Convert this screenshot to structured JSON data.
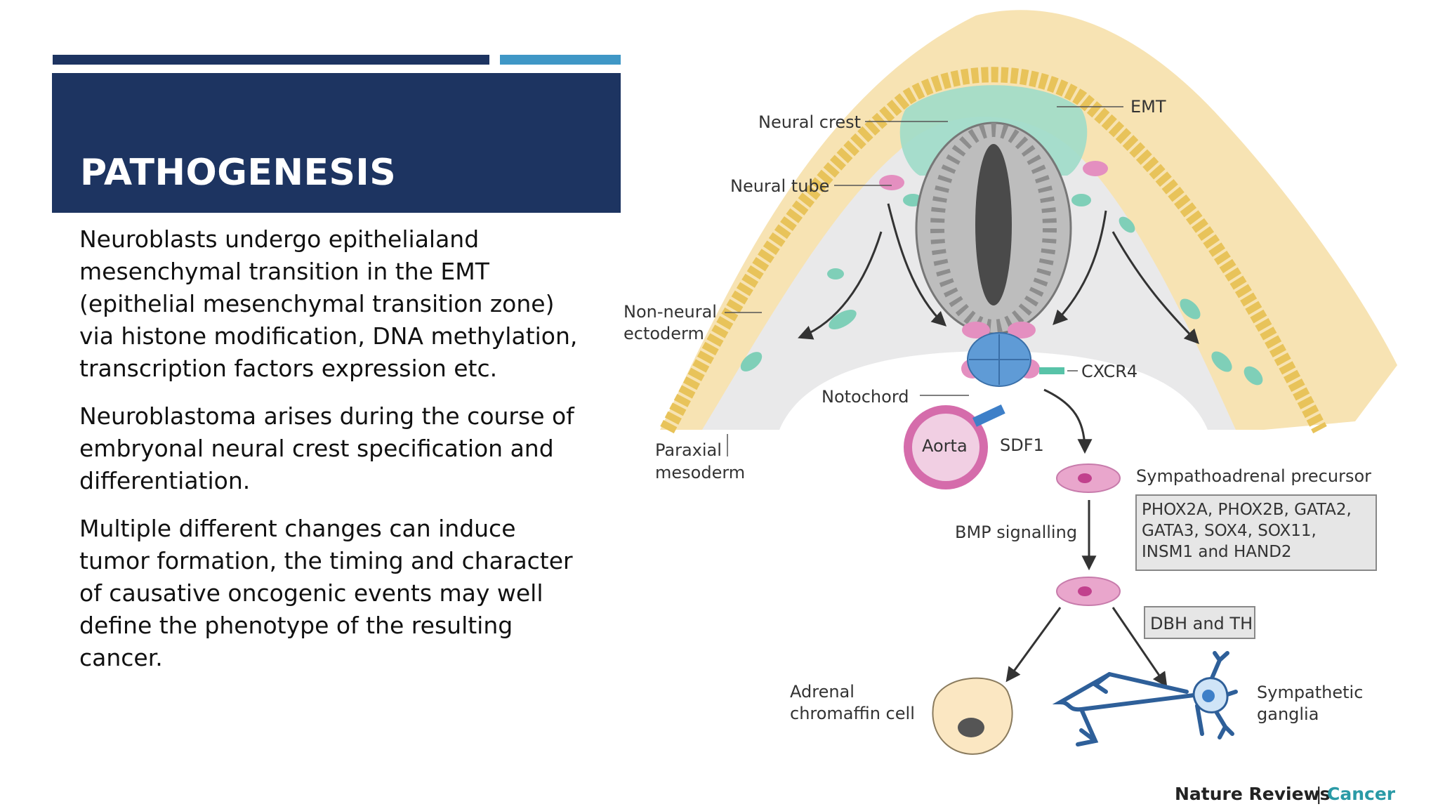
{
  "slide": {
    "title": "PATHOGENESIS",
    "paragraphs": [
      "Neuroblasts undergo epithelialand mesenchymal transition in the EMT (epithelial mesenchymal transition zone) via histone modification, DNA methylation, transcription factors expression etc.",
      "Neuroblastoma arises during the course of embryonal neural crest specification and differentiation.",
      "Multiple different changes can induce tumor formation, the timing and character of causative oncogenic events may well define the phenotype of the resulting cancer."
    ]
  },
  "figure": {
    "labels": {
      "neural_crest": "Neural crest",
      "neural_tube": "Neural tube",
      "emt": "EMT",
      "non_neural_1": "Non-neural",
      "non_neural_2": "ectoderm",
      "cxcr4": "CXCR4",
      "notochord": "Notochord",
      "aorta": "Aorta",
      "sdf1": "SDF1",
      "paraxial_1": "Paraxial",
      "paraxial_2": "mesoderm",
      "sympathoadrenal": "Sympathoadrenal precursor",
      "bmp": "BMP signalling",
      "markers_1": "PHOX2A, PHOX2B, GATA2,",
      "markers_2": "GATA3, SOX4, SOX11,",
      "markers_3": "INSM1 and HAND2",
      "dbh": "DBH and TH",
      "adrenal_1": "Adrenal",
      "adrenal_2": "chromaffin cell",
      "sympathetic_1": "Sympathetic",
      "sympathetic_2": "ganglia",
      "credit_journal": "Nature Reviews",
      "credit_sep": "|",
      "credit_section": "Cancer"
    },
    "colors": {
      "header_navy": "#1d3461",
      "accent_blue": "#3f97c6",
      "ectoderm_yellow": "#f7e3b3",
      "crest_green": "#7fcfb8",
      "pink": "#e48fc0",
      "notochord_blue": "#5f9bd6",
      "credit_teal": "#2a9aa6"
    }
  }
}
